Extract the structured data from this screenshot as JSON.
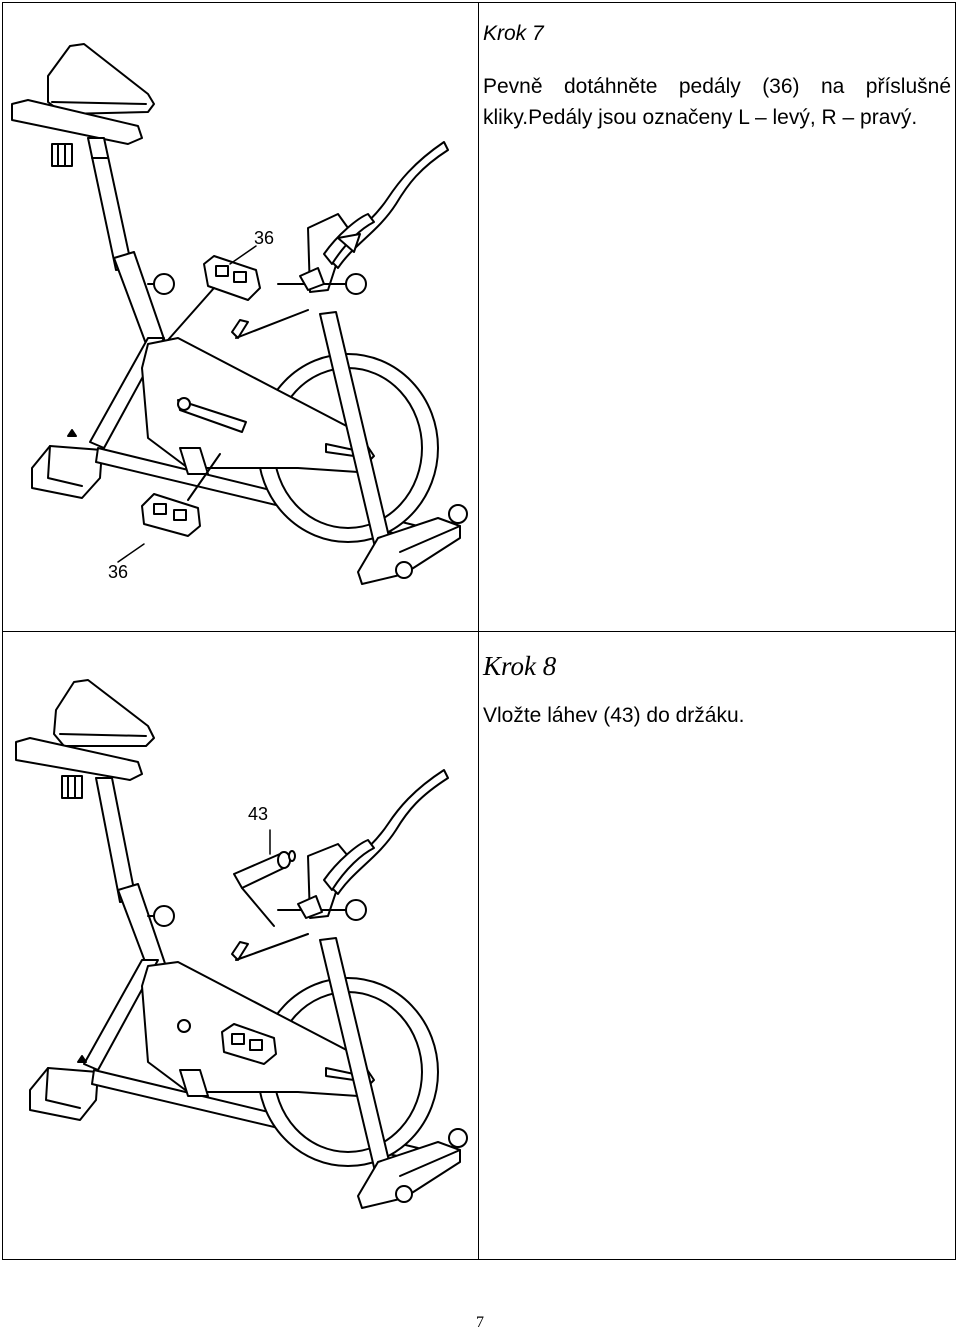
{
  "step7": {
    "title": "Krok 7",
    "text": "Pevně dotáhněte pedály (36) na příslušné kliky.Pedály jsou označeny L – levý, R – pravý.",
    "callout_top": "36",
    "callout_bottom": "36"
  },
  "step8": {
    "title": "Krok 8",
    "text": "Vložte láhev (43) do držáku.",
    "callout": "43"
  },
  "page_number": "7"
}
